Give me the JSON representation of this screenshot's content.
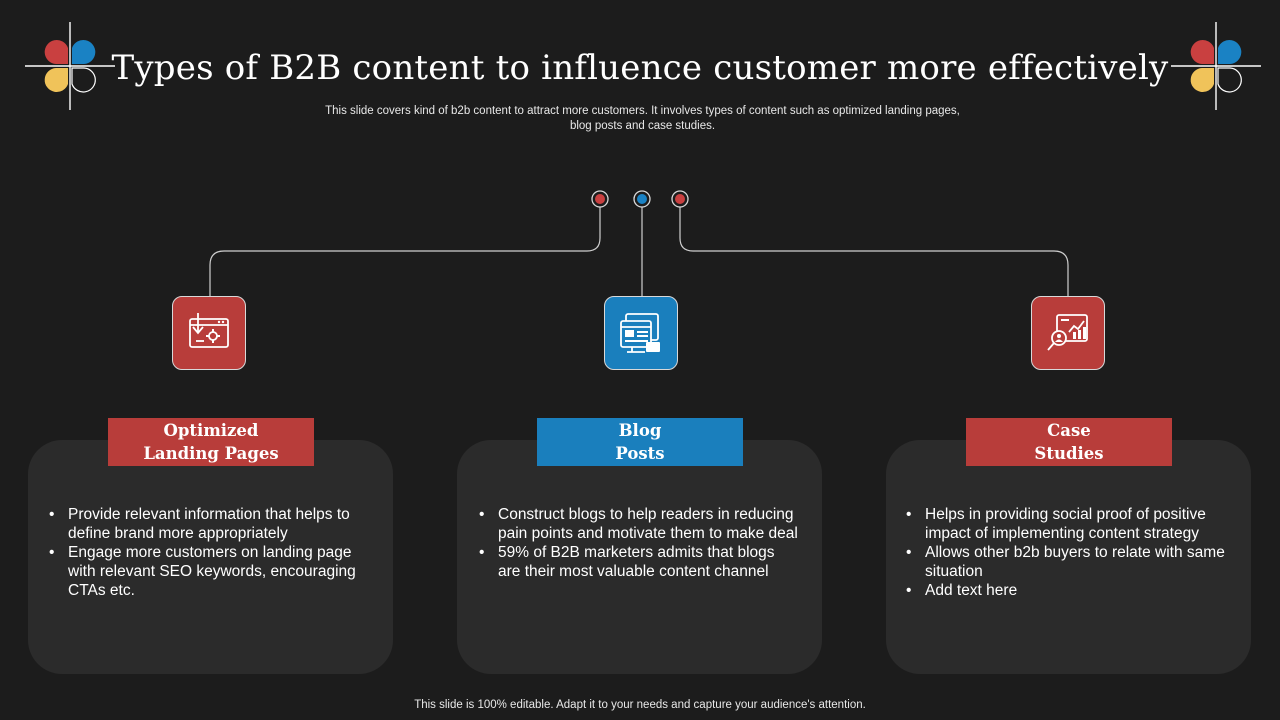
{
  "slide": {
    "title": "Types of B2B content to influence customer more effectively",
    "subtitle": "This slide covers kind of b2b content to  attract more customers. It involves types  of content such as optimized landing pages, blog posts and case studies.",
    "footer": "This slide is 100% editable. Adapt it to your needs and capture your audience's attention."
  },
  "colors": {
    "background": "#1c1c1c",
    "card": "#2b2b2b",
    "accent_red": "#b83d3a",
    "accent_blue": "#1a7fbd",
    "logo_yellow": "#f0c35a"
  },
  "columns": [
    {
      "label": "Optimized\nLanding Pages",
      "color": "red",
      "icon": "landing-page-settings-icon",
      "bullets": [
        "Provide relevant  information  that helps to define brand more appropriately",
        "Engage more customers on landing page with relevant  SEO keywords,  encouraging CTAs etc."
      ]
    },
    {
      "label": "Blog\nPosts",
      "color": "blue",
      "icon": "blog-posts-icon",
      "bullets": [
        "Construct  blogs to help readers in reducing pain points and  motivate them to make deal",
        "59% of B2B marketers admits that blogs are their  most valuable  content  channel"
      ]
    },
    {
      "label": "Case\nStudies",
      "color": "red",
      "icon": "case-study-analytics-icon",
      "bullets": [
        "Helps in providing social proof of positive impact of implementing content strategy",
        "Allows other b2b buyers  to relate with same situation",
        "Add text here"
      ]
    }
  ]
}
